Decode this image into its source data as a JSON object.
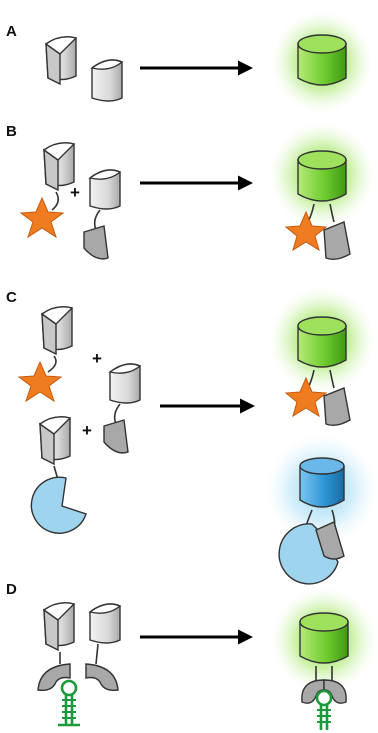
{
  "panels": [
    {
      "label": "A"
    },
    {
      "label": "B"
    },
    {
      "label": "C"
    },
    {
      "label": "D"
    }
  ],
  "plus_sign": "+",
  "colors": {
    "split_fragment_gray": "#d9d9d9",
    "fragment_outline": "#333333",
    "reconstituted_green": "#7ad13a",
    "green_glow": "#8be04a",
    "reconstituted_blue": "#3aa3df",
    "blue_glow": "#8fd3f3",
    "star_orange": "#f07c22",
    "pacman_lightblue": "#9fd4ef",
    "partner_gray": "#a8a8a8",
    "rna_hairpin_green": "#1a9a3a",
    "arrow": "#000000"
  },
  "icons": [
    "split-protein-fragment-icon",
    "reconstituted-green-fluorescent-barrel-icon",
    "reconstituted-blue-fluorescent-barrel-icon",
    "star-interaction-partner-icon",
    "gray-interaction-partner-icon",
    "pacman-interaction-partner-icon",
    "rna-binding-domain-icon",
    "rna-hairpin-icon",
    "arrow-right-icon"
  ]
}
